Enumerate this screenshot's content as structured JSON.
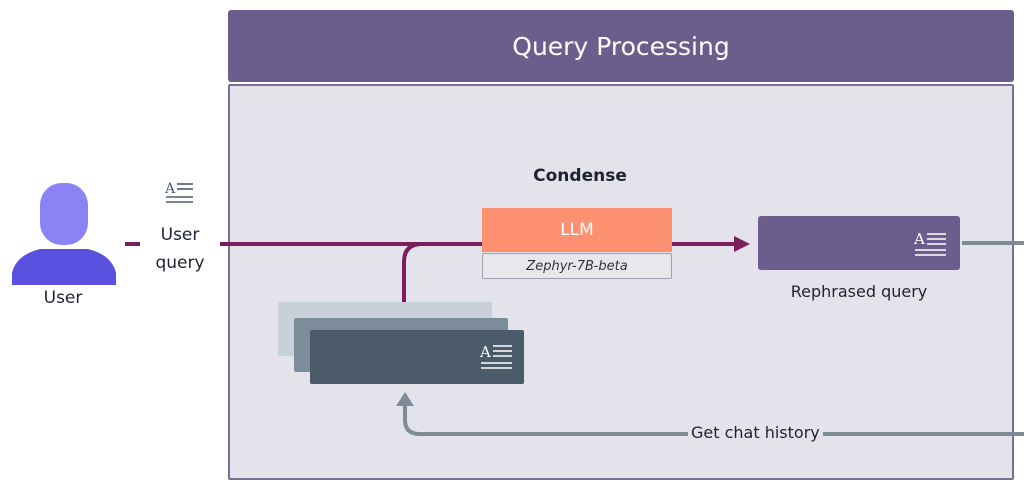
{
  "panel": {
    "title": "Query Processing"
  },
  "user": {
    "label": "User",
    "query_label_line1": "User",
    "query_label_line2": "query"
  },
  "condense": {
    "label": "Condense",
    "llm_label": "LLM",
    "model_name": "Zephyr-7B-beta"
  },
  "rephrased": {
    "label": "Rephrased query"
  },
  "history": {
    "label": "Get chat history"
  },
  "icons": {
    "user": "user-silhouette-icon",
    "document": "document-text-icon"
  },
  "colors": {
    "panel_header": "#6b5e8c",
    "panel_body": "#e4e2ea",
    "query_arrow": "#7a1f5c",
    "llm_box": "#fc9070",
    "rephrased_box": "#6b5e8c",
    "history_arrow": "#7f8b97",
    "user_icon": "#6b6bf0"
  }
}
